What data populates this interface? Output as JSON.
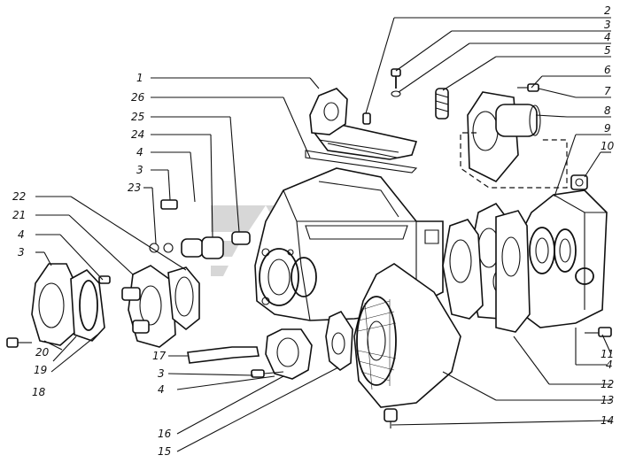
{
  "callouts": [
    {
      "key": "c2",
      "text": "2"
    },
    {
      "key": "c3a",
      "text": "3"
    },
    {
      "key": "c4a",
      "text": "4"
    },
    {
      "key": "c5",
      "text": "5"
    },
    {
      "key": "c6",
      "text": "6"
    },
    {
      "key": "c7",
      "text": "7"
    },
    {
      "key": "c8",
      "text": "8"
    },
    {
      "key": "c9",
      "text": "9"
    },
    {
      "key": "c10",
      "text": "10"
    },
    {
      "key": "c1",
      "text": "1"
    },
    {
      "key": "c26",
      "text": "26"
    },
    {
      "key": "c25",
      "text": "25"
    },
    {
      "key": "c24",
      "text": "24"
    },
    {
      "key": "c4b",
      "text": "4"
    },
    {
      "key": "c3b",
      "text": "3"
    },
    {
      "key": "c23",
      "text": "23"
    },
    {
      "key": "c22",
      "text": "22"
    },
    {
      "key": "c21",
      "text": "21"
    },
    {
      "key": "c4c",
      "text": "4"
    },
    {
      "key": "c3c",
      "text": "3"
    },
    {
      "key": "c20",
      "text": "20"
    },
    {
      "key": "c19",
      "text": "19"
    },
    {
      "key": "c18",
      "text": "18"
    },
    {
      "key": "c17",
      "text": "17"
    },
    {
      "key": "c3d",
      "text": "3"
    },
    {
      "key": "c4d",
      "text": "4"
    },
    {
      "key": "c16",
      "text": "16"
    },
    {
      "key": "c15",
      "text": "15"
    },
    {
      "key": "c11",
      "text": "11"
    },
    {
      "key": "c4e",
      "text": "4"
    },
    {
      "key": "c12",
      "text": "12"
    },
    {
      "key": "c13",
      "text": "13"
    },
    {
      "key": "c14",
      "text": "14"
    }
  ]
}
